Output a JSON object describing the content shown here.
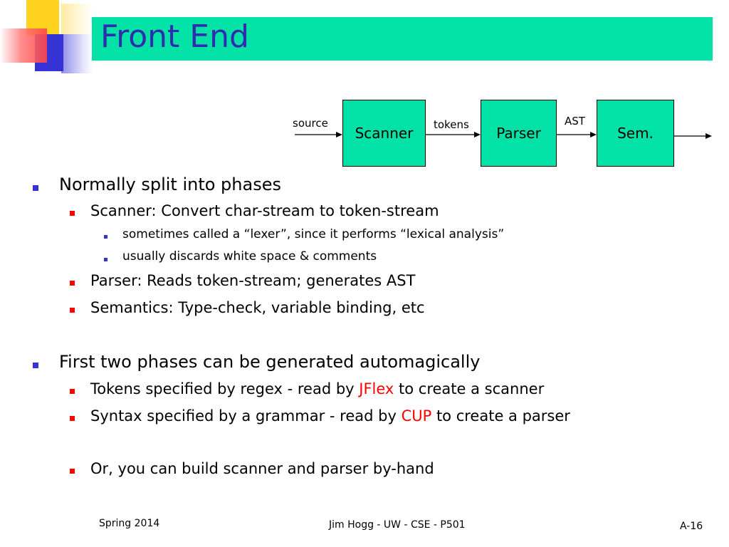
{
  "title": "Front End",
  "diagram": {
    "boxes": {
      "scanner": "Scanner",
      "parser": "Parser",
      "sem": "Sem."
    },
    "labels": {
      "source": "source",
      "tokens": "tokens",
      "ast": "AST"
    }
  },
  "bullets": {
    "b1": "Normally split into phases",
    "b1_1": "Scanner: Convert char-stream to token-stream",
    "b1_1_1": "sometimes called a “lexer”, since it performs “lexical analysis”",
    "b1_1_2": "usually discards white space & comments",
    "b1_2": "Parser: Reads token-stream; generates AST",
    "b1_3": "Semantics: Type-check, variable binding, etc",
    "b2": "First two phases can be generated automagically",
    "b2_1_pre": "Tokens specified by regex - read by ",
    "b2_1_hl": "JFlex",
    "b2_1_post": " to create a scanner",
    "b2_2_pre": "Syntax specified by a grammar - read by ",
    "b2_2_hl": "CUP",
    "b2_2_post": " to create a parser",
    "b3": "Or, you can build scanner and parser by-hand"
  },
  "footer": {
    "left": "Spring 2014",
    "center": "Jim Hogg - UW - CSE - P501",
    "right": "A-16"
  },
  "colors": {
    "accent": "#03e2a6",
    "title_text": "#2f2cad",
    "bullet_l1": "#3532d6",
    "bullet_l2": "#ff0000",
    "highlight": "#ff0000"
  }
}
